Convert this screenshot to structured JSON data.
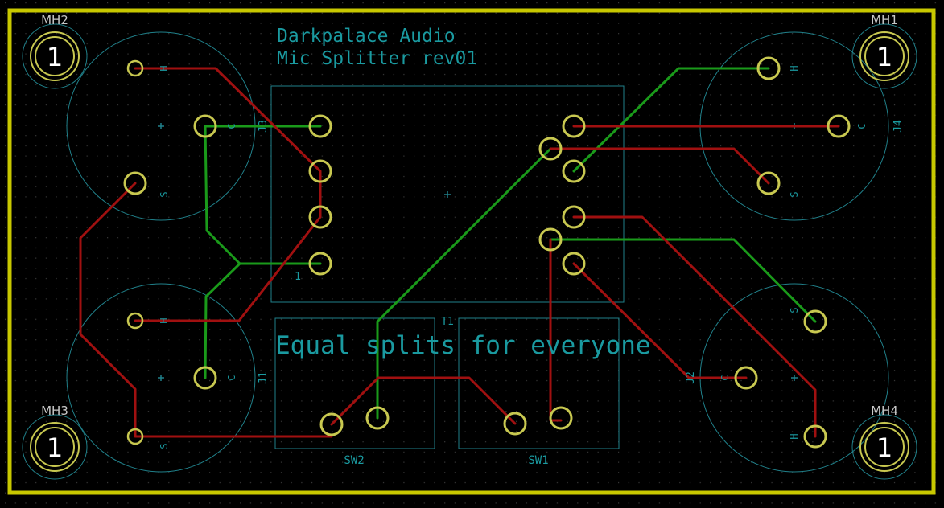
{
  "board": {
    "title_line1": "Darkpalace Audio",
    "title_line2": "Mic Splitter rev01",
    "tagline": "Equal splits for everyone"
  },
  "colors": {
    "background": "#000000",
    "grid_dot": "#3a3a3a",
    "outline": "#c8c800",
    "trace_front": "#a01010",
    "trace_back": "#1a9a1a",
    "courtyard": "#20808a",
    "pad": "#c8c850",
    "silk_text": "#1a9aa0",
    "hole_label": "#ffffff"
  },
  "mounting_holes": [
    {
      "ref": "MH2",
      "number": "1"
    },
    {
      "ref": "MH1",
      "number": "1"
    },
    {
      "ref": "MH3",
      "number": "1"
    },
    {
      "ref": "MH4",
      "number": "1"
    }
  ],
  "connectors": {
    "J3": {
      "ref": "J3",
      "pins": {
        "hot": "H",
        "cold": "C",
        "shield": "S"
      }
    },
    "J1": {
      "ref": "J1",
      "pins": {
        "hot": "H",
        "cold": "C",
        "shield": "S"
      }
    },
    "J4": {
      "ref": "J4",
      "pins": {
        "hot": "H",
        "cold": "C",
        "shield": "S"
      }
    },
    "J2": {
      "ref": "J2",
      "pins": {
        "hot": "H",
        "cold": "C",
        "shield": "S"
      }
    }
  },
  "transformer": {
    "ref": "T1",
    "pin1_label": "1"
  },
  "switches": [
    {
      "ref": "SW2"
    },
    {
      "ref": "SW1"
    }
  ]
}
